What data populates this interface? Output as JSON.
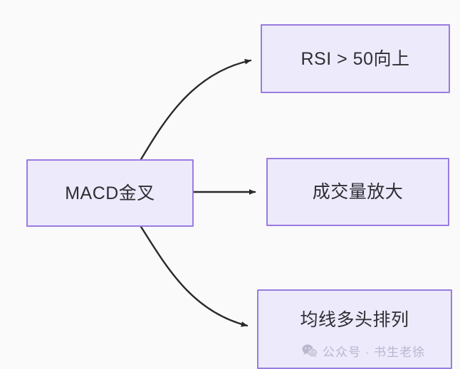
{
  "diagram": {
    "type": "flowchart",
    "direction": "left-to-right",
    "background_color": "#fafafa",
    "node_fill_color": "#ECEAFB",
    "node_border_color": "#9A7BE0",
    "edge_color": "#28282d",
    "text_color": "#2e2e33",
    "nodes": [
      {
        "id": "source",
        "label": "MACD金叉",
        "role": "trigger"
      },
      {
        "id": "rsi",
        "label": "RSI > 50向上",
        "role": "condition"
      },
      {
        "id": "volume",
        "label": "成交量放大",
        "role": "condition"
      },
      {
        "id": "ma",
        "label": "均线多头排列",
        "role": "condition"
      }
    ],
    "edges": [
      {
        "from": "source",
        "to": "rsi",
        "style": "curved",
        "arrow": "triangle"
      },
      {
        "from": "source",
        "to": "volume",
        "style": "straight",
        "arrow": "triangle"
      },
      {
        "from": "source",
        "to": "ma",
        "style": "curved",
        "arrow": "triangle"
      }
    ]
  },
  "watermark": {
    "icon": "wechat-icon",
    "text": "公众号 · 书生老徐",
    "color": "#b9b6cf"
  }
}
